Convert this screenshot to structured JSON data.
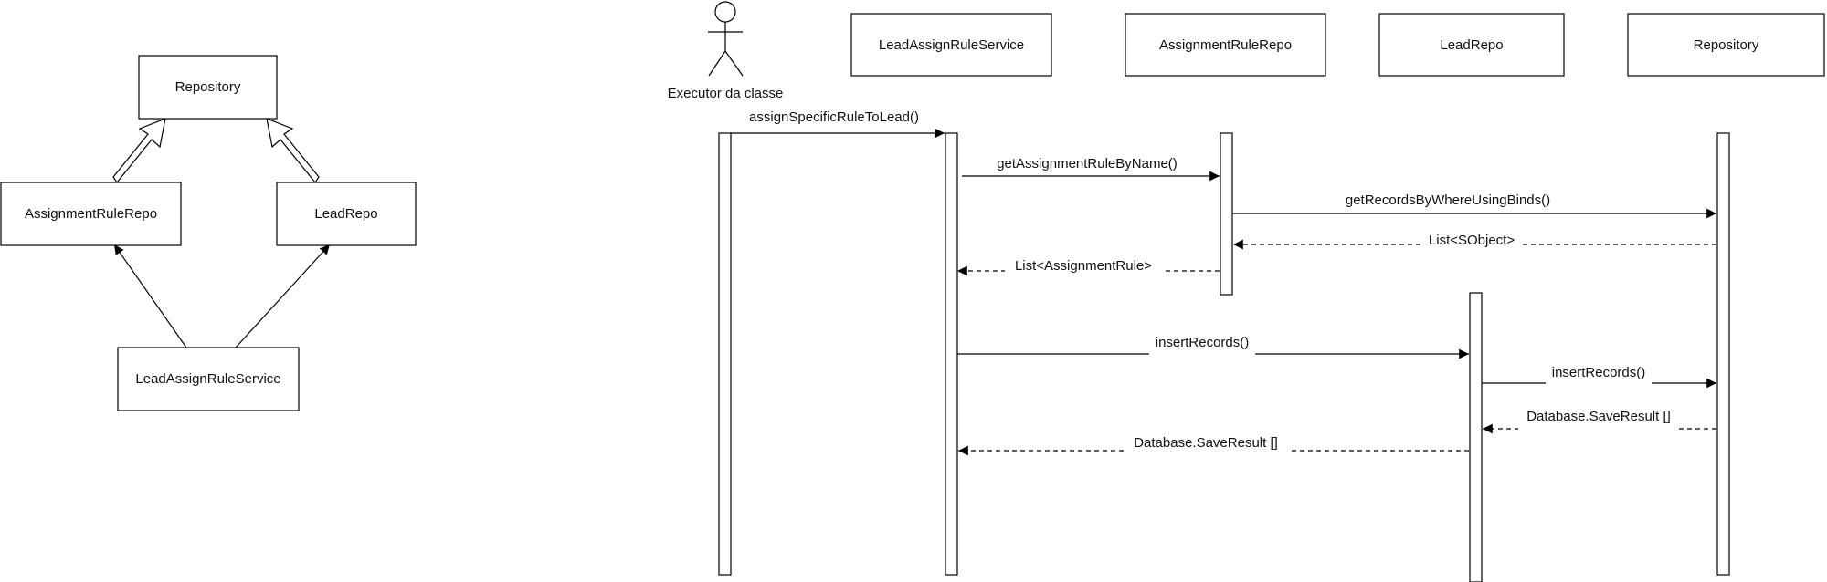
{
  "class_diagram": {
    "nodes": {
      "repository": "Repository",
      "assignment_rule_repo": "AssignmentRuleRepo",
      "lead_repo": "LeadRepo",
      "lead_assign_rule_service": "LeadAssignRuleService"
    }
  },
  "sequence_diagram": {
    "actor": "Executor da classe",
    "participants": {
      "lead_assign_rule_service": "LeadAssignRuleService",
      "assignment_rule_repo": "AssignmentRuleRepo",
      "lead_repo": "LeadRepo",
      "repository": "Repository"
    },
    "messages": {
      "assign_specific_rule": "assignSpecificRuleToLead()",
      "get_assignment_rule_by_name": "getAssignmentRuleByName()",
      "get_records_by_where": "getRecordsByWhereUsingBinds()",
      "list_sobject": "List<SObject>",
      "list_assignment_rule": "List<AssignmentRule>",
      "insert_records_lead": "insertRecords()",
      "insert_records_repo": "insertRecords()",
      "save_result_repo": "Database.SaveResult []",
      "save_result_lead": "Database.SaveResult []"
    }
  }
}
